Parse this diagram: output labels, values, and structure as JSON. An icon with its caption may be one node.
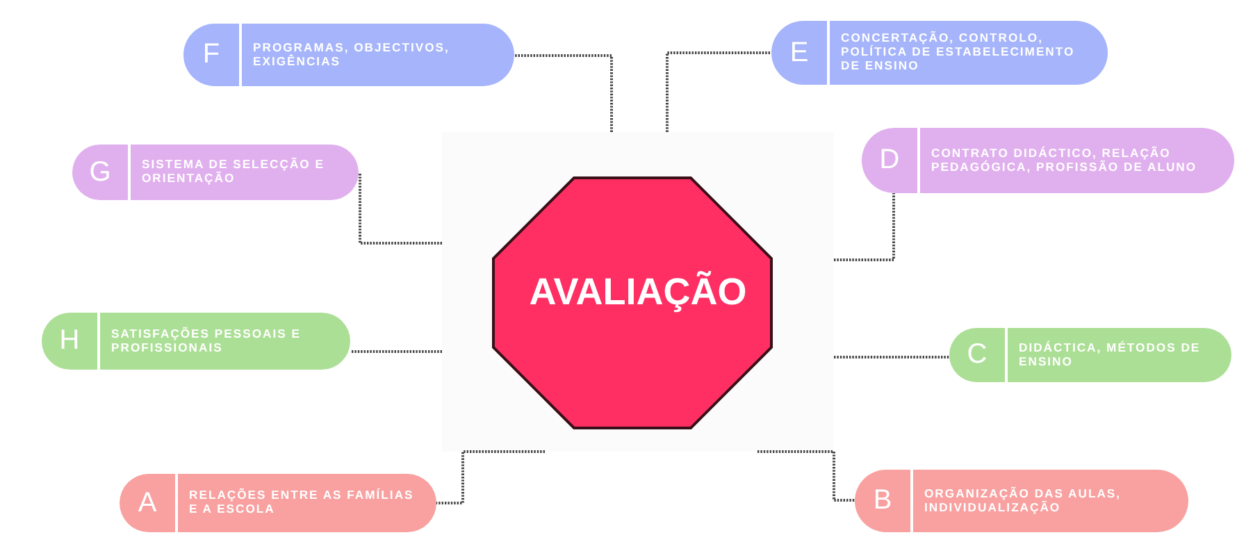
{
  "diagram": {
    "nodes": [
      {
        "text": [
          "F",
          "PROGRAMAS, OBJECTIVOS, EXIGÊNCIAS"
        ]
      },
      {
        "text": [
          "E",
          "CONCERTAÇÃO, CONTROLO, POLÍTICA DE ESTABELECIMENTO DE ENSINO"
        ]
      },
      {
        "text": [
          "G",
          "SISTEMA DE SELECÇÃO E ORIENTAÇÃO"
        ]
      },
      {
        "text": [
          "D",
          "CONTRATO DIDÁCTICO, RELAÇÃO PEDAGÓGICA, PROFISSÃO DE ALUNO"
        ]
      },
      {
        "text": [
          "AVALIAÇÃO"
        ]
      },
      {
        "text": [
          "H",
          "SATISFAÇÕES PESSOAIS E PROFISSIONAIS"
        ]
      },
      {
        "text": [
          "C",
          "DIDÁCTICA, MÉTODOS DE ENSINO"
        ]
      },
      {
        "text": [
          "A",
          "RELAÇÕES ENTRE AS FAMÍLIAS E A ESCOLA"
        ]
      },
      {
        "text": [
          "B",
          "ORGANIZAÇÃO DAS AULAS, INDIVIDUALIZAÇÃO"
        ]
      }
    ],
    "edges": [
      {
        "from": 4,
        "to": 0,
        "arrow": "none"
      },
      {
        "from": 4,
        "to": 1,
        "arrow": "none"
      },
      {
        "from": 4,
        "to": 2,
        "arrow": "none"
      },
      {
        "from": 4,
        "to": 3,
        "arrow": "none"
      },
      {
        "from": 4,
        "to": 5,
        "arrow": "none"
      },
      {
        "from": 4,
        "to": 6,
        "arrow": "none"
      },
      {
        "from": 4,
        "to": 7,
        "arrow": "none"
      },
      {
        "from": 4,
        "to": 8,
        "arrow": "none"
      }
    ]
  }
}
